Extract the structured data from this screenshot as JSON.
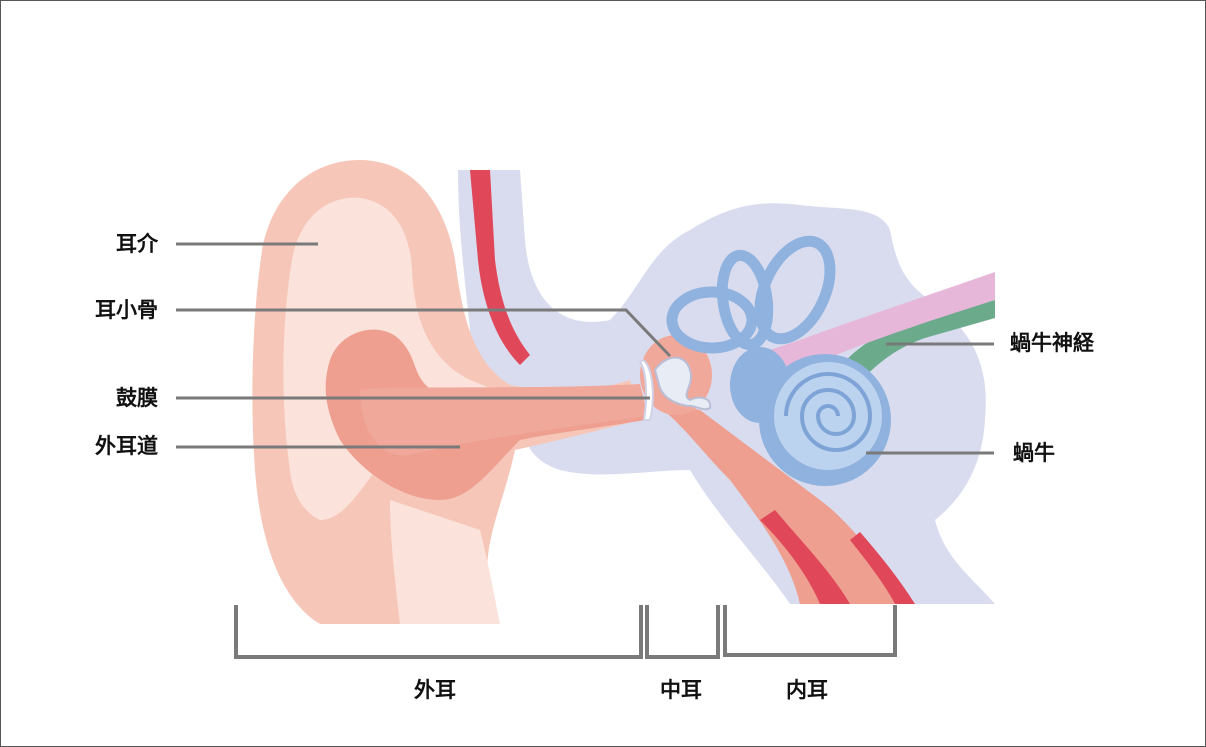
{
  "labels": {
    "pinna": "耳介",
    "ossicles": "耳小骨",
    "eardrum": "鼓膜",
    "ear_canal": "外耳道",
    "cochlear_nerve": "蝸牛神経",
    "cochlea": "蝸牛"
  },
  "sections": {
    "outer_ear": "外耳",
    "middle_ear": "中耳",
    "inner_ear": "内耳"
  },
  "colors": {
    "skin_light": "#fbe3dc",
    "skin_mid": "#f6c7b9",
    "skin_dark": "#ee9f90",
    "canal": "#f0a89a",
    "artery": "#e0485a",
    "bone": "#d9dcef",
    "labyrinth": "#8fb2df",
    "labyrinth_light": "#bcd3ef",
    "nerve_pink": "#e6b7d8",
    "nerve_green": "#6bab8c",
    "leader": "#7a7a7a"
  }
}
